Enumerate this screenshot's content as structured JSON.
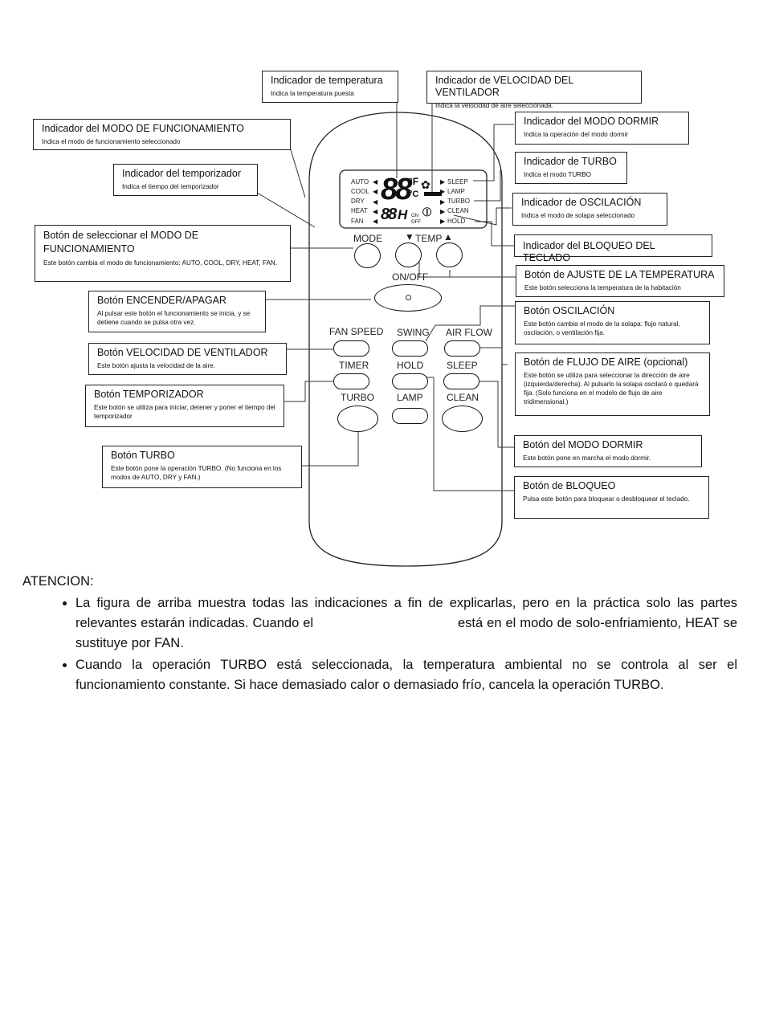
{
  "callouts": {
    "temp_indicator": {
      "title": "Indicador de temperatura",
      "desc": "Indica la temperatura puesta"
    },
    "fan_speed_indicator": {
      "title": "Indicador de VELOCIDAD DEL VENTILADOR",
      "desc": "Indica la velocidad de aire seleccionada."
    },
    "mode_indicator": {
      "title": "Indicador del MODO DE FUNCIONAMIENTO",
      "desc": "Indica el modo de funcionamiento seleccionado"
    },
    "sleep_indicator": {
      "title": "Indicador del MODO DORMIR",
      "desc": "Indica la operación del modo dormir"
    },
    "timer_indicator": {
      "title": "Indicador del temporizador",
      "desc": "Indica el tiempo del temporizador"
    },
    "turbo_indicator": {
      "title": "Indicador de TURBO",
      "desc": "Indica el modo TURBO"
    },
    "swing_indicator": {
      "title": "Indicador de OSCILACIÓN",
      "desc": "Indica el modo de solapa seleccionado"
    },
    "lock_indicator": {
      "title": "Indicador del BLOQUEO DEL TECLADO",
      "desc": ""
    },
    "mode_button": {
      "title": "Botón de seleccionar el MODO DE FUNCIONAMIENTO",
      "desc": "Este botón cambia el modo de funcionamiento: AUTO, COOL, DRY, HEAT, FAN."
    },
    "temp_button": {
      "title": "Botón de AJUSTE DE LA TEMPERATURA",
      "desc": "Este botón selecciona la temperatura de la habitación"
    },
    "onoff_button": {
      "title": "Botón ENCENDER/APAGAR",
      "desc": "Al pulsar este botón el funcionamiento se inicia, y se detiene cuando se pulsa otra vez."
    },
    "swing_button": {
      "title": "Botón OSCILACIÓN",
      "desc": "Este botón cambia el modo de la solapa: flujo natural, oscilación, o ventilación fija."
    },
    "fanspeed_button": {
      "title": "Botón VELOCIDAD DE VENTILADOR",
      "desc": "Este botón ajusta la velocidad de la aire."
    },
    "airflow_button": {
      "title": "Botón de FLUJO DE AIRE (opcional)",
      "desc": "Este botón se utiliza para seleccionar la dirección de aire (izquierda/derecha). Al pulsarlo la solapa oscilará o quedará fija. (Solo funciona en el modelo de flujo de aire tridimensional.)"
    },
    "timer_button": {
      "title": "Botón TEMPORIZADOR",
      "desc": "Este botón se utiliza para iniciar, detener y poner el tiempo del temporizador"
    },
    "sleep_button": {
      "title": "Botón del MODO DORMIR",
      "desc": "Este botón pone en marcha el modo dormir."
    },
    "turbo_button": {
      "title": "Botón TURBO",
      "desc": "Este botón pone la operación TURBO. (No funciona en los modos de AUTO, DRY y FAN.)"
    },
    "lock_button": {
      "title": "Botón de BLOQUEO",
      "desc": "Pulsa este botón para bloquear o desbloquear el teclado."
    }
  },
  "remote": {
    "lcd_modes": [
      "AUTO",
      "COOL",
      "DRY",
      "HEAT",
      "FAN"
    ],
    "lcd_right": [
      "SLEEP",
      "LAMP",
      "TURBO",
      "CLEAN",
      "HOLD"
    ],
    "temp_digits": "88",
    "unit_f": "°F",
    "unit_c": "°C",
    "timer_digits": "88",
    "timer_h": "H",
    "timer_on": "ON",
    "timer_off": "OFF",
    "btn_labels": {
      "mode": "MODE",
      "temp": "TEMP",
      "onoff": "ON/OFF",
      "fanspeed": "FAN SPEED",
      "swing": "SWING",
      "airflow": "AIR FLOW",
      "timer": "TIMER",
      "hold": "HOLD",
      "sleep": "SLEEP",
      "turbo": "TURBO",
      "lamp": "LAMP",
      "clean": "CLEAN"
    }
  },
  "notes": {
    "heading": "ATENCION:",
    "items": [
      "La figura de arriba muestra todas las indicaciones a fin de explicarlas, pero en la práctica solo las partes relevantes estarán indicadas. Cuando el                                    está en el modo de solo-enfriamiento, HEAT se sustituye por FAN.",
      "Cuando la operación TURBO está seleccionada, la temperatura ambiental no se controla al ser el funcionamiento constante. Si hace demasiado calor o demasiado frío, cancela la operación TURBO."
    ]
  }
}
